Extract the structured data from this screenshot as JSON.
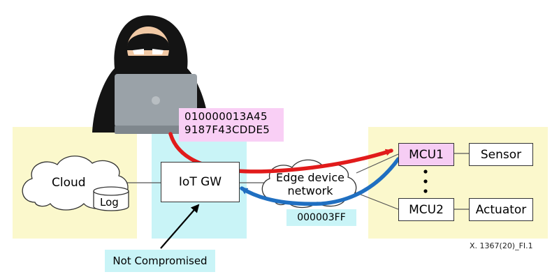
{
  "diagram": {
    "hacker_payload": {
      "line1": "010000013A45",
      "line2": "9187F43CDDE5"
    },
    "response_payload": "000003FF",
    "cloud": "Cloud",
    "log": "Log",
    "gateway": "IoT GW",
    "edge_network": {
      "line1": "Edge device",
      "line2": "network"
    },
    "mcu1": "MCU1",
    "mcu2": "MCU2",
    "sensor": "Sensor",
    "actuator": "Actuator",
    "not_compromised": "Not Compromised",
    "figure_id": "X. 1367(20)_FI.1",
    "colors": {
      "attack_arrow": "#e11b1b",
      "response_arrow": "#1f6fc1",
      "zone_yellow": "#fbf8cc",
      "zone_cyan": "#c9f4f7",
      "mcu1_fill": "#f6cdf4"
    }
  }
}
